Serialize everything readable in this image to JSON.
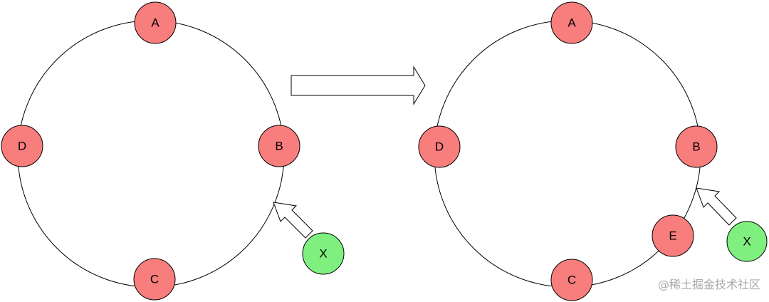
{
  "colors": {
    "server_node": "#f87d7d",
    "key_node": "#7ff07f",
    "ring_stroke": "#000000",
    "watermark": "#a9a9a9"
  },
  "before": {
    "nodes": {
      "a": "A",
      "b": "B",
      "c": "C",
      "d": "D"
    },
    "key": "X"
  },
  "after": {
    "nodes": {
      "a": "A",
      "b": "B",
      "c": "C",
      "d": "D",
      "e": "E"
    },
    "key": "X"
  },
  "watermark": "@稀土掘金技术社区"
}
